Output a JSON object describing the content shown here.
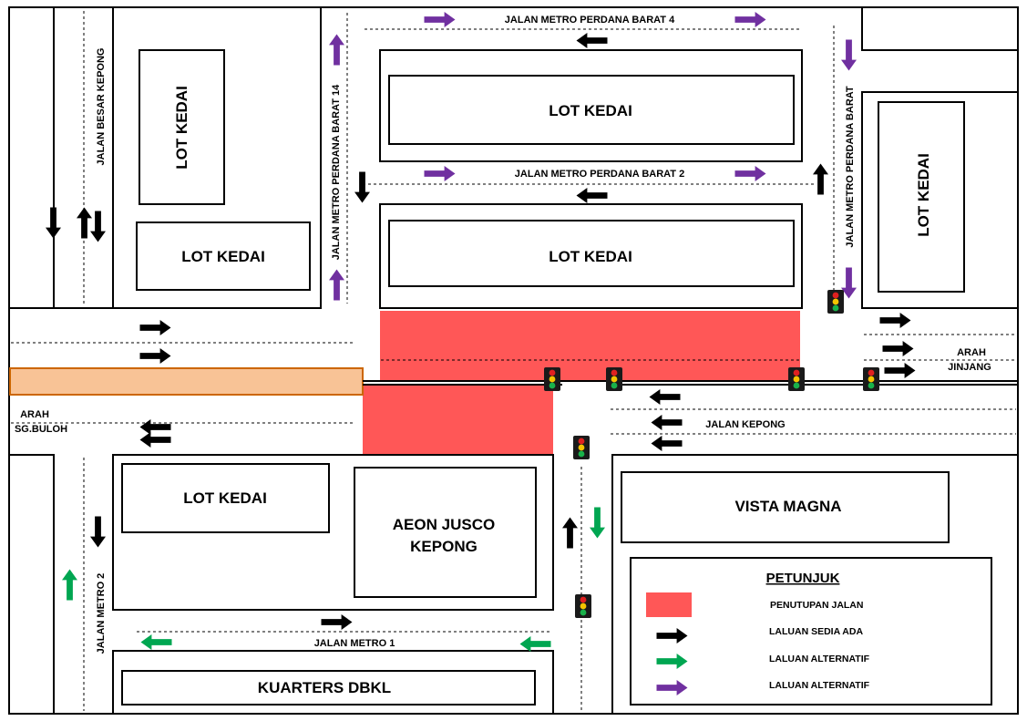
{
  "roads": {
    "jalan_besar_kepong": "JALAN BESAR KEPONG",
    "jalan_metro_perdana_barat_14": "JALAN METRO PERDANA BARAT 14",
    "jalan_metro_perdana_barat_4": "JALAN METRO PERDANA BARAT 4",
    "jalan_metro_perdana_barat_2": "JALAN METRO PERDANA BARAT 2",
    "jalan_metro_perdana_barat": "JALAN METRO PERDANA BARAT",
    "jalan_kepong": "JALAN KEPONG",
    "jalan_metro_2": "JALAN METRO 2",
    "jalan_metro_1": "JALAN METRO 1"
  },
  "directions": {
    "arah_jinjang_line1": "ARAH",
    "arah_jinjang_line2": "JINJANG",
    "arah_sgbuloh_line1": "ARAH",
    "arah_sgbuloh_line2": "SG.BULOH"
  },
  "blocks": {
    "lot_kedai": "LOT KEDAI",
    "aeon_line1": "AEON JUSCO",
    "aeon_line2": "KEPONG",
    "vista_magna": "VISTA MAGNA",
    "kuarters_dbkl": "KUARTERS DBKL"
  },
  "legend": {
    "title": "PETUNJUK",
    "items": [
      {
        "label": "PENUTUPAN JALAN",
        "kind": "swatch",
        "color": "#ff5757"
      },
      {
        "label": "LALUAN SEDIA ADA",
        "kind": "arrow",
        "color": "#000000"
      },
      {
        "label": "LALUAN ALTERNATIF",
        "kind": "arrow",
        "color": "#00a651"
      },
      {
        "label": "LALUAN ALTERNATIF",
        "kind": "arrow",
        "color": "#7030a0"
      }
    ]
  },
  "colors": {
    "road_closure": "#ff5757",
    "existing_route": "#000000",
    "alternative_route_green": "#00a651",
    "alternative_route_purple": "#7030a0",
    "highlight_road_fill": "#f8c396",
    "highlight_road_border": "#cc6600"
  }
}
